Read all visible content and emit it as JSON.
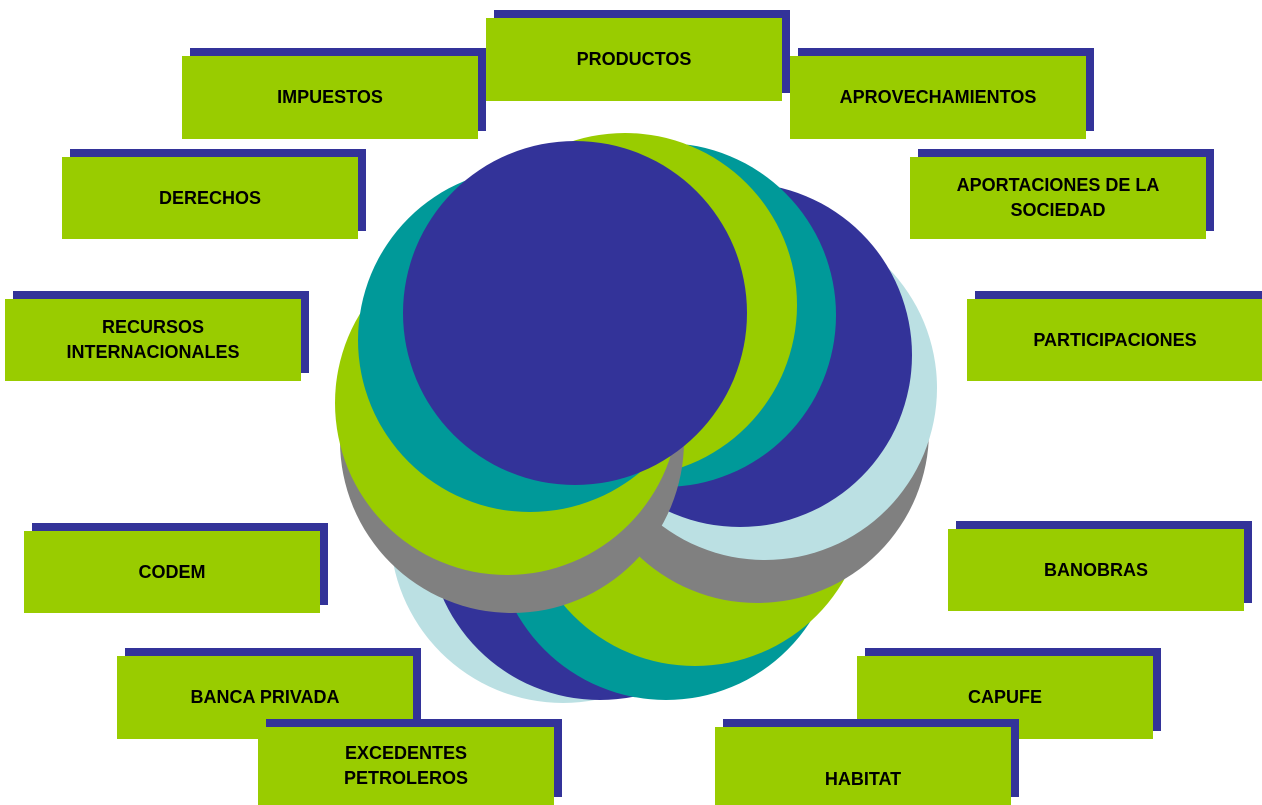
{
  "colors": {
    "box_fill": "#99cc00",
    "box_shadow": "#333399",
    "swirl": {
      "navy": "#333399",
      "teal": "#009999",
      "green": "#99cc00",
      "gray": "#808080",
      "light_blue": "#bbe0e3"
    }
  },
  "labels": {
    "productos": "PRODUCTOS",
    "impuestos": "IMPUESTOS",
    "aprovechamientos": "APROVECHAMIENTOS",
    "derechos": "DERECHOS",
    "aportaciones_line1": "APORTACIONES DE LA",
    "aportaciones_line2": "SOCIEDAD",
    "recursos_line1": "RECURSOS",
    "recursos_line2": "INTERNACIONALES",
    "participaciones": "PARTICIPACIONES",
    "codem": "CODEM",
    "banobras": "BANOBRAS",
    "banca_privada": "BANCA PRIVADA",
    "capufe": "CAPUFE",
    "excedentes_line1": "EXCEDENTES",
    "excedentes_line2": "PETROLEROS",
    "habitat": "HABITAT"
  }
}
